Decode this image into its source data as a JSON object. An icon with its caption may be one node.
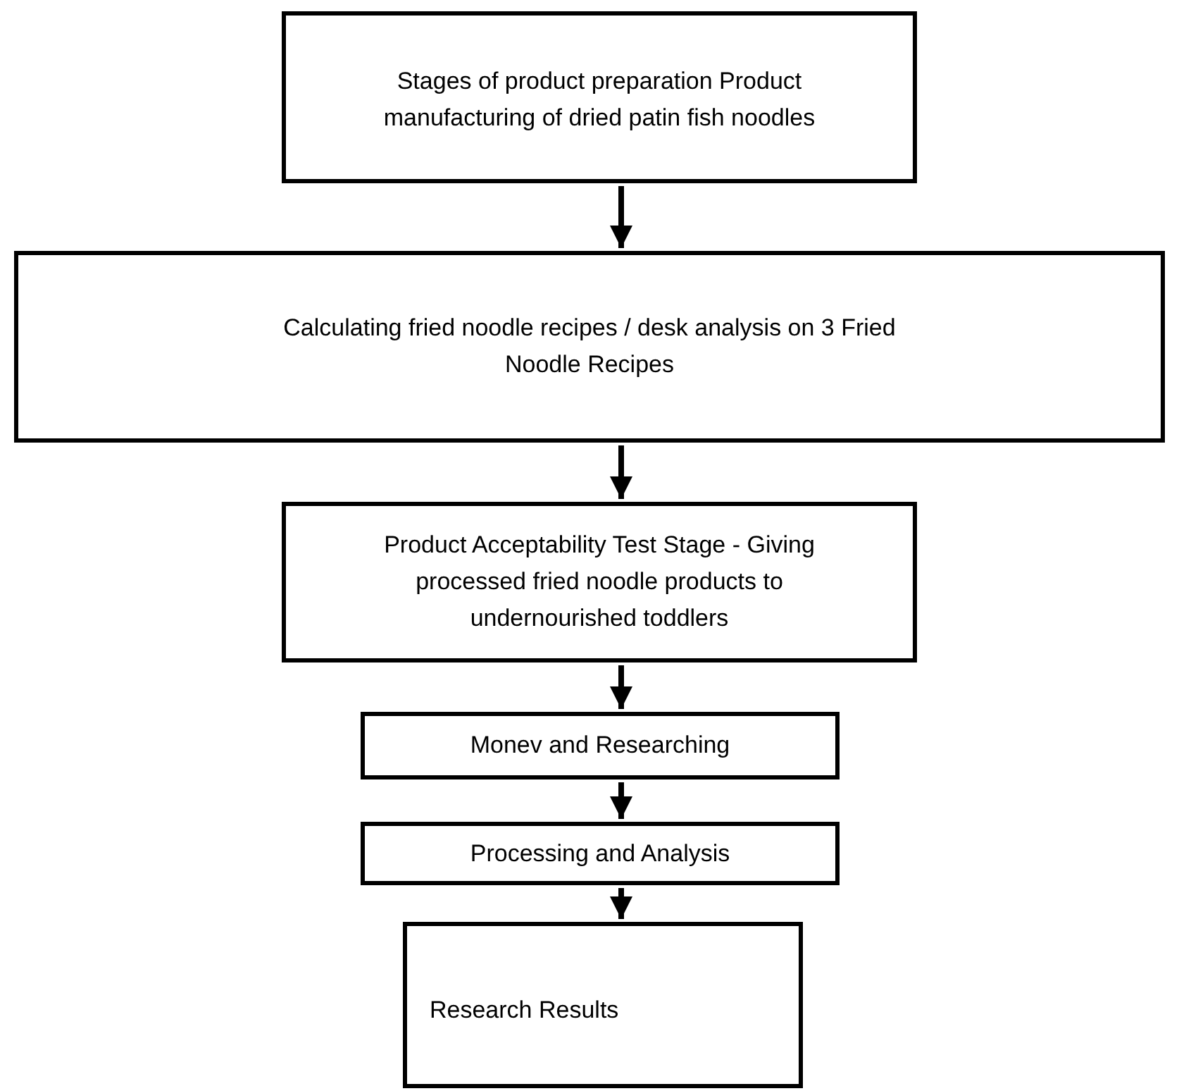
{
  "diagram": {
    "nodes": [
      {
        "text": [
          "Stages of product preparation Product manufacturing of dried patin fish noodles"
        ]
      },
      {
        "text": [
          "Calculating fried noodle recipes / desk analysis on 3 Fried Noodle Recipes"
        ]
      },
      {
        "text": [
          "Product Acceptability Test Stage - Giving processed fried noodle products to undernourished toddlers"
        ]
      },
      {
        "text": [
          "Monev and Researching"
        ]
      },
      {
        "text": [
          "Processing and Analysis"
        ]
      },
      {
        "text": [
          "Research Results"
        ]
      }
    ],
    "edges": [
      {
        "from": 0,
        "to": 1,
        "arrow": "to"
      },
      {
        "from": 1,
        "to": 2,
        "arrow": "to"
      },
      {
        "from": 2,
        "to": 3,
        "arrow": "to"
      },
      {
        "from": 3,
        "to": 4,
        "arrow": "to"
      },
      {
        "from": 4,
        "to": 5,
        "arrow": "to"
      }
    ]
  }
}
